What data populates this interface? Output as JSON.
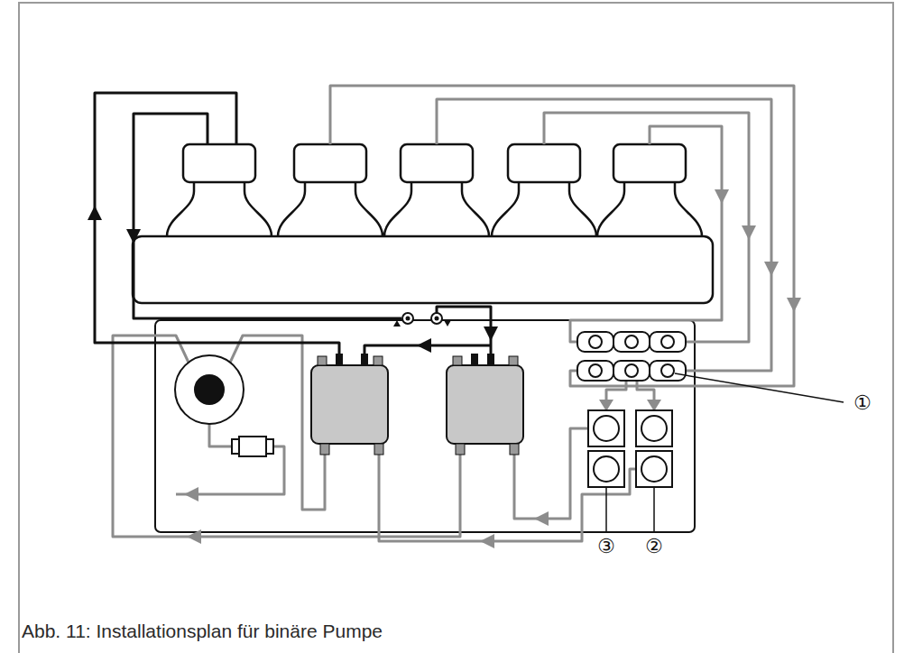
{
  "diagram": {
    "caption": "Abb. 11: Installationsplan für binäre Pumpe",
    "labels": [
      "①",
      "③",
      "②"
    ]
  }
}
